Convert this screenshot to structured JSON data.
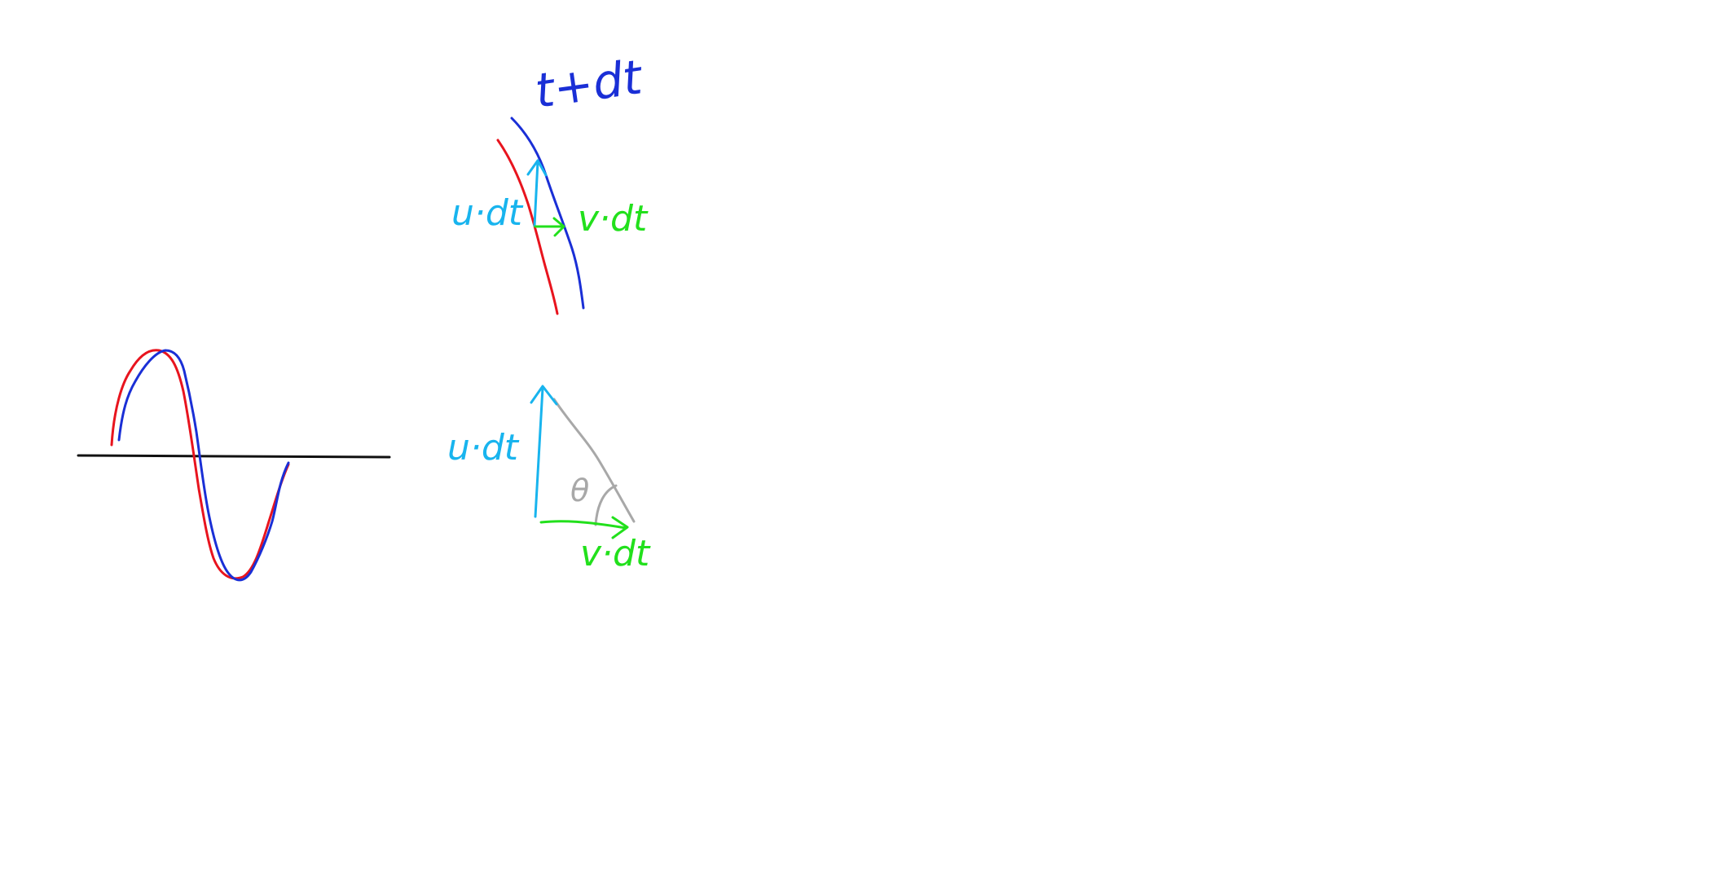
{
  "colors": {
    "red_wave": "#e8141e",
    "blue_wave": "#1a2fd6",
    "u_vector": "#18b4ee",
    "v_vector": "#22e01c",
    "angle": "#a8a8a8",
    "axis": "#111111"
  },
  "labels": {
    "t_dt": "t+dt",
    "u_dt_top": "u·dt",
    "v_dt_top": "v·dt",
    "u_dt_triangle": "u·dt",
    "v_dt_triangle": "v·dt",
    "theta": "θ"
  }
}
